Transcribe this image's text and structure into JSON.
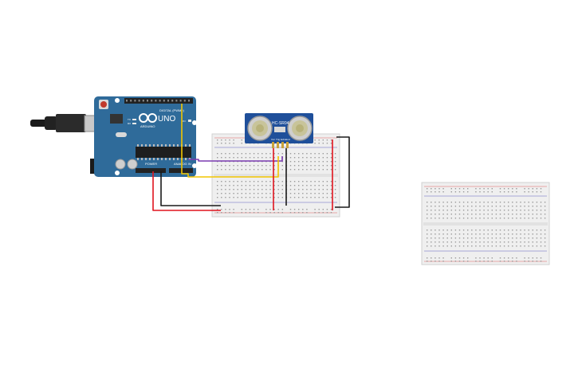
{
  "arduino": {
    "model_label": "UNO",
    "brand_label": "ARDUINO",
    "digital_label": "DIGITAL (PWM~)",
    "power_label": "POWER",
    "analog_label": "ANALOG IN",
    "led_labels": [
      "TX",
      "RX"
    ],
    "led_on_label": "ON",
    "reset_label": "RESET",
    "board_color": "#2f6b9a",
    "header_color": "#222222"
  },
  "sensor": {
    "model_label": "HC-SR04",
    "pin_labels": [
      "Vcc",
      "Trig",
      "Echo",
      "Gnd"
    ],
    "board_color": "#1f4f9a"
  },
  "breadboards": [
    {
      "name": "breadboard-main"
    },
    {
      "name": "breadboard-secondary"
    }
  ],
  "wire_colors": {
    "vcc": "#e0141e",
    "gnd": "#1a1a1a",
    "trig": "#f2c500",
    "echo": "#7a3bb0"
  }
}
